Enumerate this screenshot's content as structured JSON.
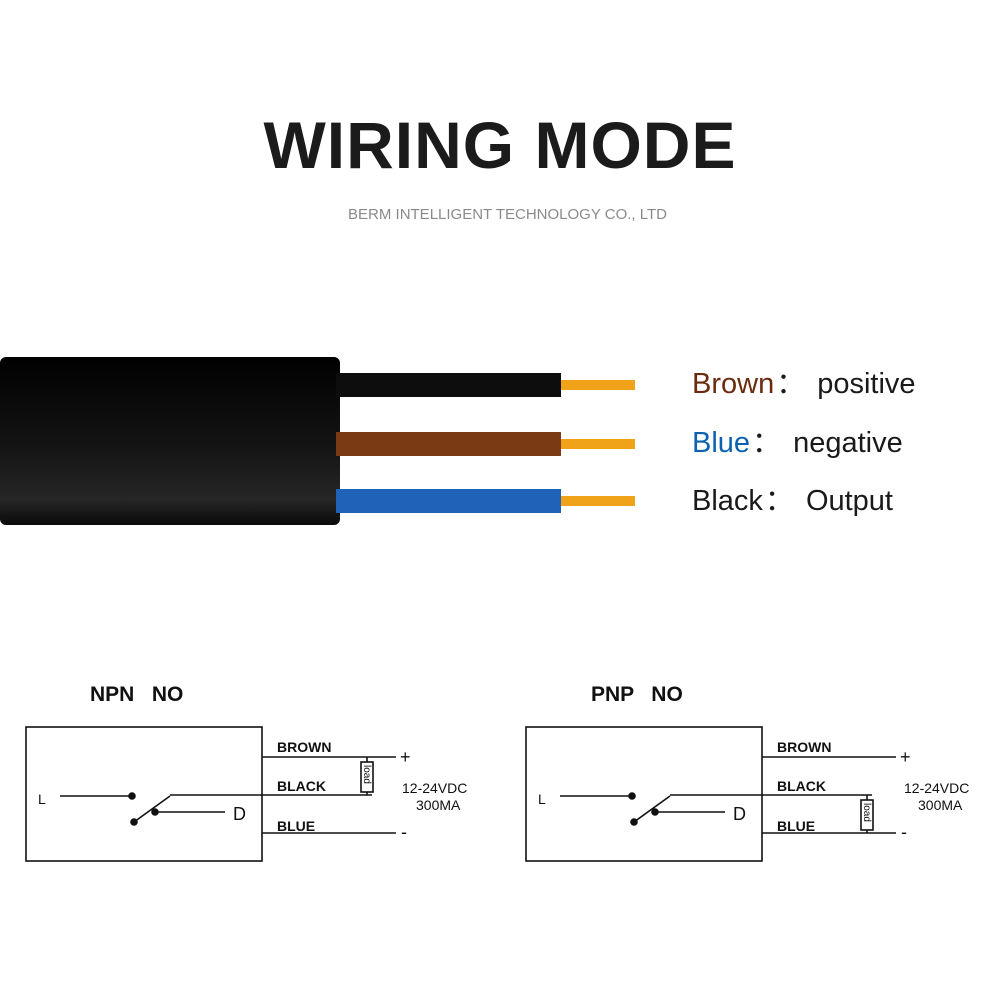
{
  "header": {
    "title": "WIRING MODE",
    "company": "BERM INTELLIGENT TECHNOLOGY CO., LTD"
  },
  "legend": [
    {
      "color_name": "Brown",
      "separator": "：",
      "meaning": "positive",
      "color": "#6b2b0e"
    },
    {
      "color_name": "Blue",
      "separator": "：",
      "meaning": "negative",
      "color": "#0a62b0"
    },
    {
      "color_name": "Black",
      "separator": "：",
      "meaning": "Output",
      "color": "#1a1a1a"
    }
  ],
  "cable": {
    "jacket_color": "#0a0a0a",
    "wires": [
      {
        "name": "black",
        "color": "#0d0d0d"
      },
      {
        "name": "brown",
        "color": "#7a3a14"
      },
      {
        "name": "blue",
        "color": "#1e63b8"
      }
    ],
    "conductor_color": "#f0a218"
  },
  "diagrams": [
    {
      "title": "NPN   NO",
      "switch_in": "L",
      "switch_out": "D",
      "wire_labels": {
        "brown": "BROWN",
        "black": "BLACK",
        "blue": "BLUE"
      },
      "plus": "+",
      "minus": "-",
      "supply_voltage": "12-24VDC",
      "supply_current": "300MA",
      "load_label": "load",
      "load_position": "brown-black"
    },
    {
      "title": "PNP   NO",
      "switch_in": "L",
      "switch_out": "D",
      "wire_labels": {
        "brown": "BROWN",
        "black": "BLACK",
        "blue": "BLUE"
      },
      "plus": "+",
      "minus": "-",
      "supply_voltage": "12-24VDC",
      "supply_current": "300MA",
      "load_label": "load",
      "load_position": "black-blue"
    }
  ]
}
